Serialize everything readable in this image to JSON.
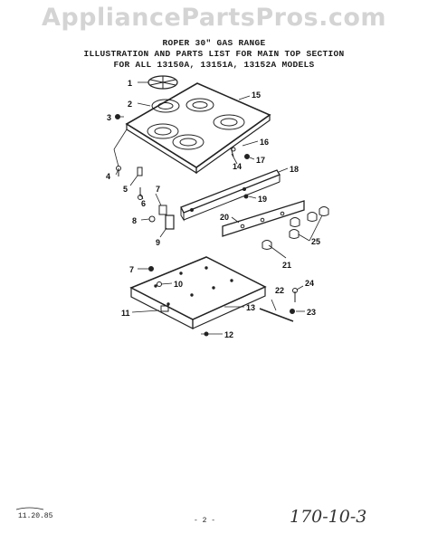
{
  "watermark": "AppliancePartsPros.com",
  "header": {
    "line1": "ROPER 30\" GAS RANGE",
    "line2": "ILLUSTRATION AND PARTS LIST FOR MAIN TOP SECTION",
    "line3": "FOR ALL 13150A, 13151A, 13152A MODELS"
  },
  "callouts": [
    "1",
    "2",
    "3",
    "4",
    "5",
    "6",
    "7",
    "8",
    "9",
    "10",
    "11",
    "12",
    "13",
    "14",
    "15",
    "16",
    "17",
    "18",
    "19",
    "20",
    "21",
    "22",
    "23",
    "24",
    "25",
    "7"
  ],
  "footer": {
    "date": "11.20.85",
    "page": "- 2 -",
    "handwritten": "170-10-3"
  }
}
